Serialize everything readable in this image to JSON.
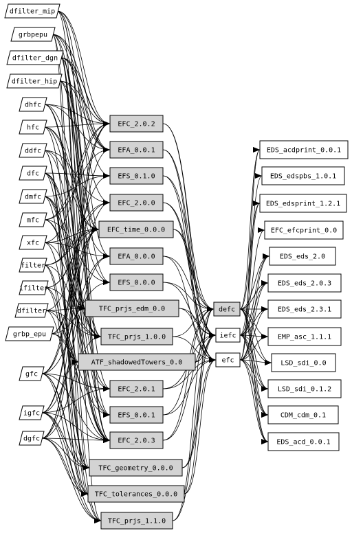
{
  "colors": {
    "package_fill": "#d3d3d3",
    "border": "#000000",
    "background": "#ffffff"
  },
  "inputs": [
    "dfilter_mip",
    "grbpepu",
    "dfilter_dgn",
    "dfilter_hip",
    "dhfc",
    "hfc",
    "ddfc",
    "dfc",
    "dmfc",
    "mfc",
    "xfc",
    "filter",
    "ifilter",
    "dfilter",
    "grbp_epu",
    "gfc",
    "igfc",
    "dgfc"
  ],
  "packages": [
    "EFC_2.0.2",
    "EFA_0.0.1",
    "EFS_0.1.0",
    "EFC_2.0.0",
    "EFC_time_0.0.0",
    "EFA_0.0.0",
    "EFS_0.0.0",
    "TFC_prjs_edm_0.0",
    "TFC_prjs_1.0.0",
    "ATF_shadowedTowers_0.0",
    "EFC_2.0.1",
    "EFS_0.0.1",
    "EFC_2.0.3",
    "TFC_geometry_0.0.0",
    "TFC_tolerances_0.0.0",
    "TFC_prjs_1.1.0"
  ],
  "hubs": [
    "defc",
    "iefc",
    "efc"
  ],
  "outputs": [
    "EDS_acdprint_0.0.1",
    "EDS_edspbs_1.0.1",
    "EDS_edsprint_1.2.1",
    "EFC_efcprint_0.0",
    "EDS_eds_2.0",
    "EDS_eds_2.0.3",
    "EDS_eds_2.3.1",
    "EMP_asc_1.1.1",
    "LSD_sdi_0.0",
    "LSD_sdi_0.1.2",
    "CDM_cdm_0.1",
    "EDS_acd_0.0.1"
  ]
}
